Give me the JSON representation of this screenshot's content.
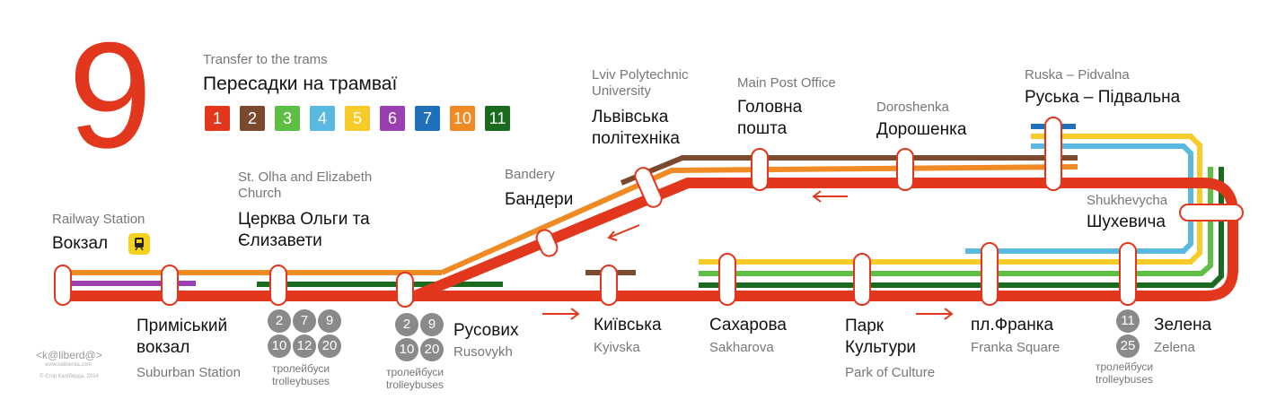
{
  "route_number": "9",
  "transfer": {
    "title_en": "Transfer to the trams",
    "title_uk": "Пересадки на трамваї",
    "lines": [
      {
        "label": "1",
        "color": "#e2361d"
      },
      {
        "label": "2",
        "color": "#7b4a2e"
      },
      {
        "label": "3",
        "color": "#5fbf45"
      },
      {
        "label": "4",
        "color": "#5ab9e0"
      },
      {
        "label": "5",
        "color": "#f7cc2a"
      },
      {
        "label": "6",
        "color": "#9a3fb0"
      },
      {
        "label": "7",
        "color": "#1f6fba"
      },
      {
        "label": "10",
        "color": "#f08a24"
      },
      {
        "label": "11",
        "color": "#1a6b1f"
      }
    ]
  },
  "stations": {
    "vokzal": {
      "en": "Railway Station",
      "uk": "Вокзал",
      "icon": "train-icon"
    },
    "prymiskyi": {
      "uk": "Приміський вокзал",
      "en": "Suburban Station"
    },
    "tserkva": {
      "en": "St. Olha and Elizabeth Church",
      "uk": "Церква Ольги та Єлизавети"
    },
    "rusovykh": {
      "uk": "Русових",
      "en": "Rusovykh"
    },
    "bandery": {
      "en": "Bandery",
      "uk": "Бандери"
    },
    "polytechnic": {
      "en": "Lviv Polytechnic University",
      "uk": "Львівська політехніка"
    },
    "poshta": {
      "en": "Main Post Office",
      "uk": "Головна пошта"
    },
    "doroshenka": {
      "en": "Doroshenka",
      "uk": "Дорошенка"
    },
    "ruska": {
      "en": "Ruska – Pidvalna",
      "uk": "Руська – Підвальна"
    },
    "shukhevycha": {
      "en": "Shukhevycha",
      "uk": "Шухевича"
    },
    "kyivska": {
      "uk": "Київська",
      "en": "Kyivska"
    },
    "sakharova": {
      "uk": "Сахарова",
      "en": "Sakharova"
    },
    "park": {
      "uk": "Парк Культури",
      "en": "Park of Culture"
    },
    "franka": {
      "uk": "пл.Франка",
      "en": "Franka Square"
    },
    "zelena": {
      "uk": "Зелена",
      "en": "Zelena"
    }
  },
  "trolleybuses": {
    "label_uk": "тролейбуси",
    "label_en": "trolleybuses",
    "tserkva": [
      "2",
      "7",
      "9",
      "10",
      "12",
      "20"
    ],
    "rusovykh": [
      "2",
      "9",
      "10",
      "20"
    ],
    "zelena": [
      "11",
      "25"
    ]
  },
  "credits": {
    "logo": "<k@liberd@>",
    "site": "www.kaliberda.com",
    "copyright": "© Єгор Калібердa, 2014"
  }
}
